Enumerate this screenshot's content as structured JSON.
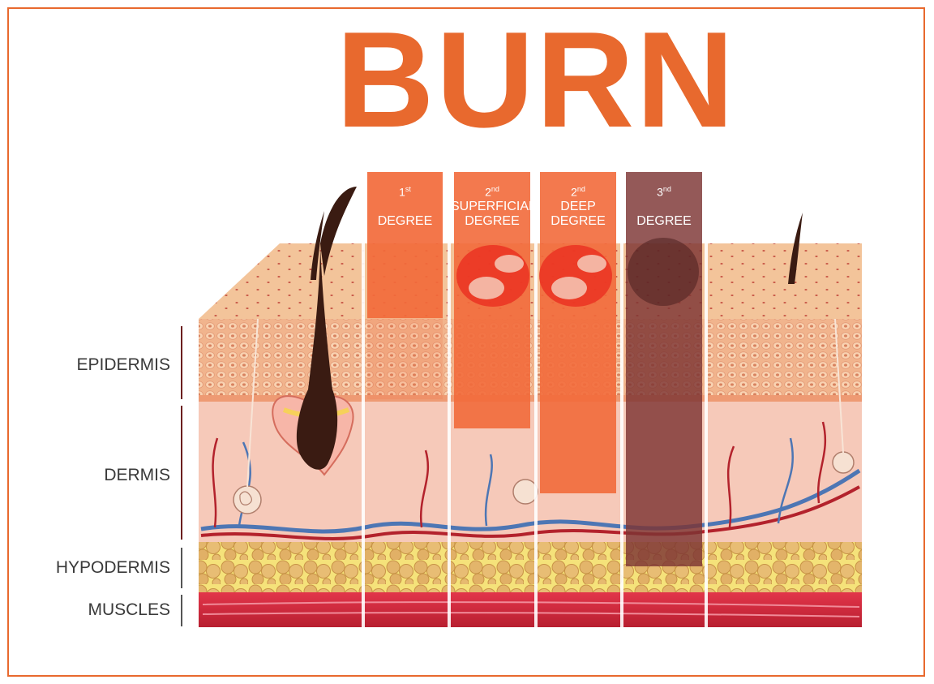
{
  "title": "BURN",
  "layers": [
    {
      "label": "EPIDERMIS"
    },
    {
      "label": "DERMIS"
    },
    {
      "label": "HYPODERMIS"
    },
    {
      "label": "MUSCLES"
    }
  ],
  "degrees": [
    {
      "num": "1",
      "suffix": "st",
      "line1": "",
      "line2": "DEGREE",
      "color": "#f26a3b"
    },
    {
      "num": "2",
      "suffix": "nd",
      "line1": "SUPERFICIAL",
      "line2": "DEGREE",
      "color": "#f26a3b"
    },
    {
      "num": "2",
      "suffix": "nd",
      "line1": "DEEP",
      "line2": "DEGREE",
      "color": "#f26a3b"
    },
    {
      "num": "3",
      "suffix": "nd",
      "line1": "",
      "line2": "DEGREE",
      "color": "#7c3433"
    }
  ],
  "colors": {
    "accent": "#e8692e",
    "skin_top": "#f3c49a",
    "epidermis": "#f0b38c",
    "dermis": "#f6c9b9",
    "hypodermis": "#f5e27a",
    "fat": "#e5b86b",
    "muscle": "#d3273a",
    "vein": "#4d76b4",
    "artery": "#b3222c"
  }
}
